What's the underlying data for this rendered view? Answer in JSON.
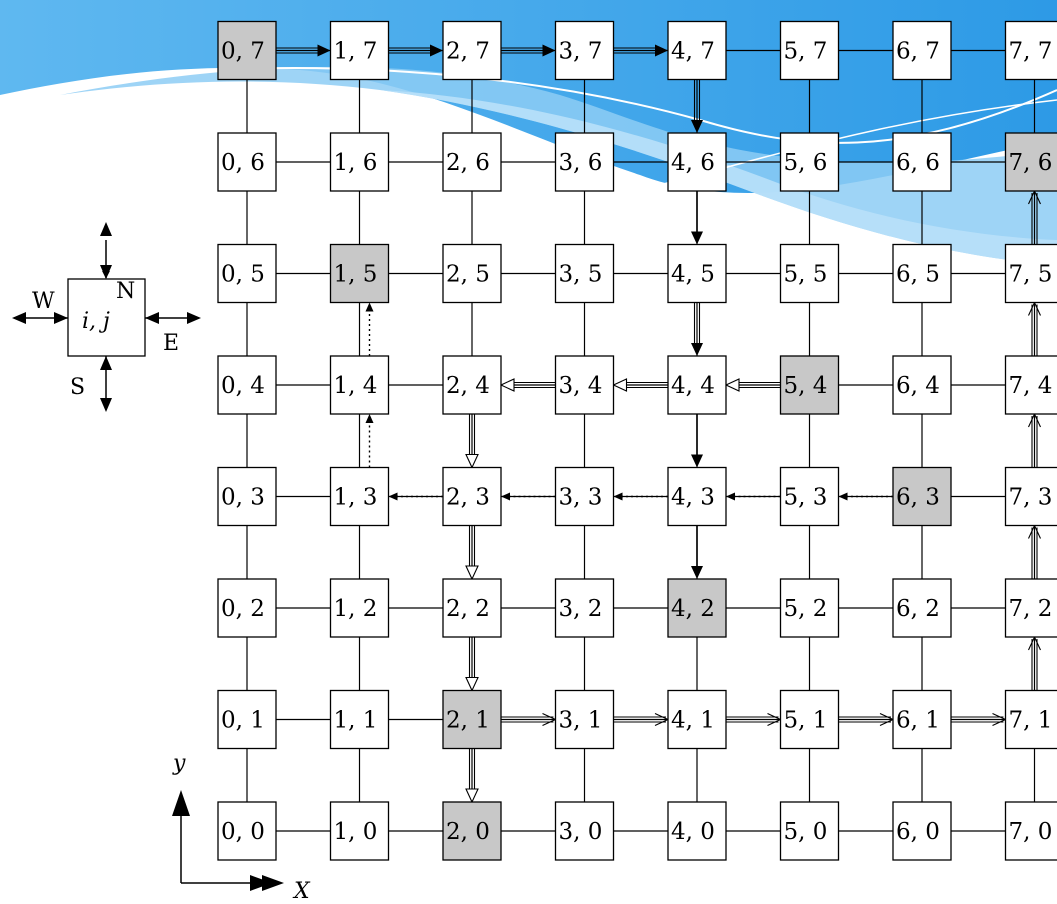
{
  "legend": {
    "center_label": "i, j",
    "north": "N",
    "south": "S",
    "east": "E",
    "west": "W"
  },
  "axes": {
    "x_label": "X",
    "y_label": "y"
  },
  "grid": {
    "cols": 8,
    "rows": 8,
    "highlighted": [
      [
        0,
        7
      ],
      [
        1,
        5
      ],
      [
        2,
        1
      ],
      [
        2,
        0
      ],
      [
        4,
        2
      ],
      [
        5,
        4
      ],
      [
        6,
        3
      ],
      [
        7,
        6
      ]
    ],
    "highlight_color": "#c8c8c8"
  },
  "paths": [
    {
      "style": "solid-double",
      "from": [
        0,
        7
      ],
      "to": [
        1,
        7
      ]
    },
    {
      "style": "solid-double",
      "from": [
        1,
        7
      ],
      "to": [
        2,
        7
      ]
    },
    {
      "style": "solid-double",
      "from": [
        2,
        7
      ],
      "to": [
        3,
        7
      ]
    },
    {
      "style": "solid-double",
      "from": [
        3,
        7
      ],
      "to": [
        4,
        7
      ]
    },
    {
      "style": "solid-double",
      "from": [
        4,
        7
      ],
      "to": [
        4,
        6
      ]
    },
    {
      "style": "solid-single",
      "from": [
        4,
        6
      ],
      "to": [
        4,
        5
      ]
    },
    {
      "style": "solid-double",
      "from": [
        4,
        5
      ],
      "to": [
        4,
        4
      ]
    },
    {
      "style": "solid-single",
      "from": [
        4,
        4
      ],
      "to": [
        4,
        3
      ]
    },
    {
      "style": "solid-single",
      "from": [
        4,
        3
      ],
      "to": [
        4,
        2
      ]
    },
    {
      "style": "hollow-double",
      "from": [
        5,
        4
      ],
      "to": [
        4,
        4
      ]
    },
    {
      "style": "hollow-double",
      "from": [
        4,
        4
      ],
      "to": [
        3,
        4
      ]
    },
    {
      "style": "hollow-double",
      "from": [
        3,
        4
      ],
      "to": [
        2,
        4
      ]
    },
    {
      "style": "hollow-double",
      "from": [
        2,
        4
      ],
      "to": [
        2,
        3
      ]
    },
    {
      "style": "hollow-double",
      "from": [
        2,
        3
      ],
      "to": [
        2,
        2
      ]
    },
    {
      "style": "hollow-double",
      "from": [
        2,
        2
      ],
      "to": [
        2,
        1
      ]
    },
    {
      "style": "hollow-double",
      "from": [
        2,
        1
      ],
      "to": [
        2,
        0
      ]
    },
    {
      "style": "dotted",
      "from": [
        6,
        3
      ],
      "to": [
        5,
        3
      ]
    },
    {
      "style": "dotted",
      "from": [
        5,
        3
      ],
      "to": [
        4,
        3
      ]
    },
    {
      "style": "dotted",
      "from": [
        4,
        3
      ],
      "to": [
        3,
        3
      ]
    },
    {
      "style": "dotted",
      "from": [
        3,
        3
      ],
      "to": [
        2,
        3
      ]
    },
    {
      "style": "dotted",
      "from": [
        2,
        3
      ],
      "to": [
        1,
        3
      ]
    },
    {
      "style": "dotted",
      "from": [
        1,
        3
      ],
      "to": [
        1,
        4
      ]
    },
    {
      "style": "dotted",
      "from": [
        1,
        4
      ],
      "to": [
        1,
        5
      ]
    },
    {
      "style": "open-double",
      "from": [
        2,
        1
      ],
      "to": [
        3,
        1
      ]
    },
    {
      "style": "open-double",
      "from": [
        3,
        1
      ],
      "to": [
        4,
        1
      ]
    },
    {
      "style": "open-double",
      "from": [
        4,
        1
      ],
      "to": [
        5,
        1
      ]
    },
    {
      "style": "open-double",
      "from": [
        5,
        1
      ],
      "to": [
        6,
        1
      ]
    },
    {
      "style": "open-double",
      "from": [
        6,
        1
      ],
      "to": [
        7,
        1
      ]
    },
    {
      "style": "open-double",
      "from": [
        7,
        1
      ],
      "to": [
        7,
        2
      ]
    },
    {
      "style": "open-double",
      "from": [
        7,
        2
      ],
      "to": [
        7,
        3
      ]
    },
    {
      "style": "open-double",
      "from": [
        7,
        3
      ],
      "to": [
        7,
        4
      ]
    },
    {
      "style": "open-double",
      "from": [
        7,
        4
      ],
      "to": [
        7,
        5
      ]
    },
    {
      "style": "open-double",
      "from": [
        7,
        5
      ],
      "to": [
        7,
        6
      ]
    }
  ]
}
